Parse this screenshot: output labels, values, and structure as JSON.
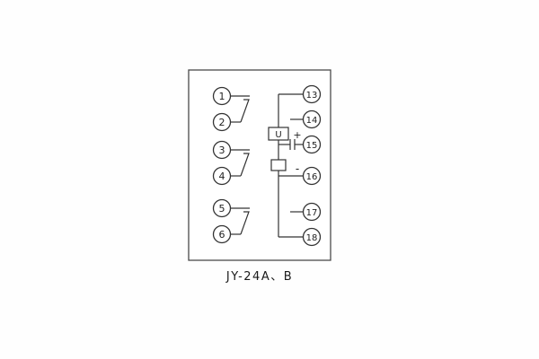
{
  "diagram": {
    "caption": "JY-24A、B",
    "terminals": {
      "left": [
        "1",
        "2",
        "3",
        "4",
        "5",
        "6"
      ],
      "right": [
        "13",
        "14",
        "15",
        "16",
        "17",
        "18"
      ]
    },
    "components": {
      "rectifier_label": "U",
      "plus_label": "+",
      "minus_label": "-"
    }
  }
}
